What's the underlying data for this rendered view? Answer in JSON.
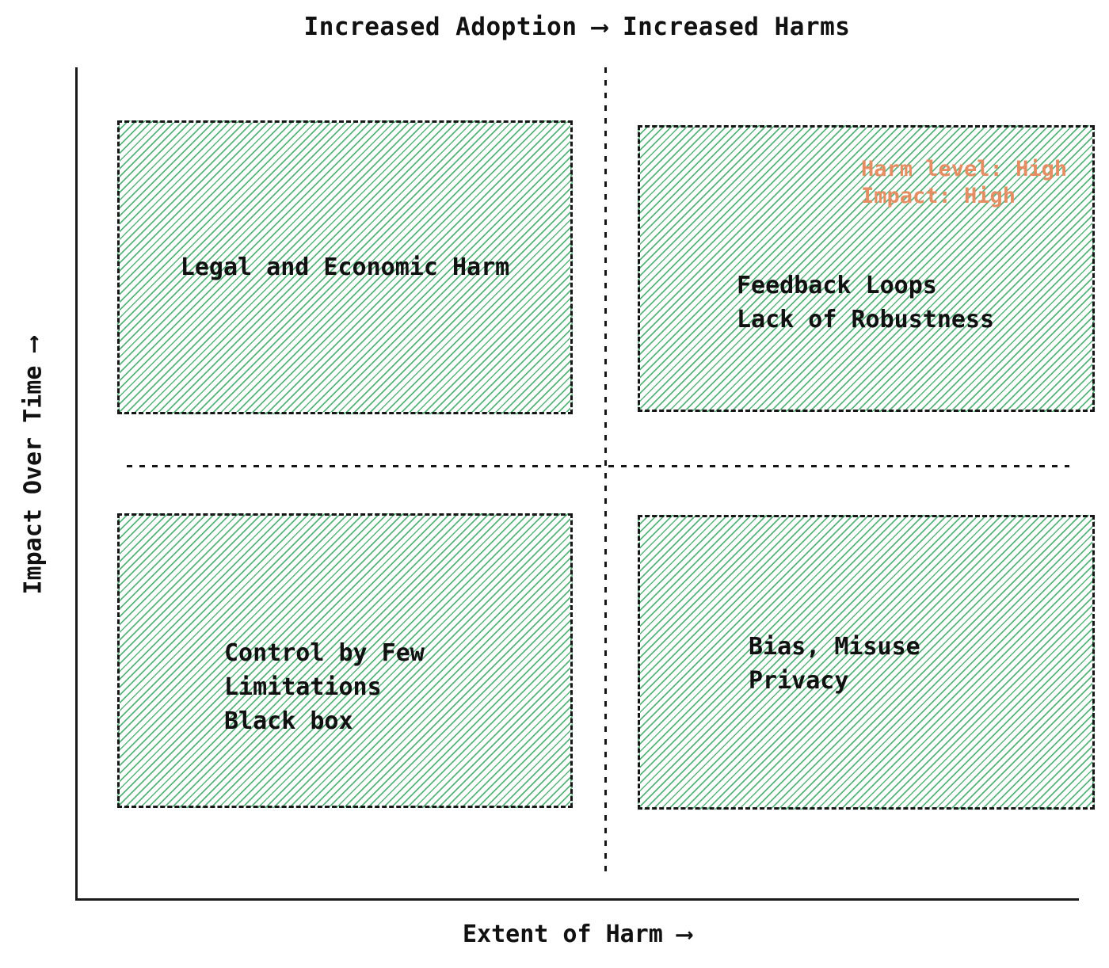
{
  "title": "Increased Adoption ⟶ Increased Harms",
  "axes": {
    "y_label": "Impact Over Time ⟶",
    "x_label": "Extent of Harm ⟶"
  },
  "colors": {
    "hatch_green": "#57b47a",
    "annotation_orange": "#e58e63",
    "line_black": "#161616"
  },
  "quadrants": {
    "top_left": {
      "label": "Legal and Economic Harm"
    },
    "top_right": {
      "label_lines": [
        "Feedback Loops",
        "Lack of Robustness"
      ],
      "annotation_lines": [
        "Harm level: High",
        "Impact: High"
      ]
    },
    "bottom_left": {
      "label_lines": [
        "Control by Few",
        "Limitations",
        "Black box"
      ]
    },
    "bottom_right": {
      "label_lines": [
        "Bias, Misuse",
        "Privacy"
      ]
    }
  }
}
